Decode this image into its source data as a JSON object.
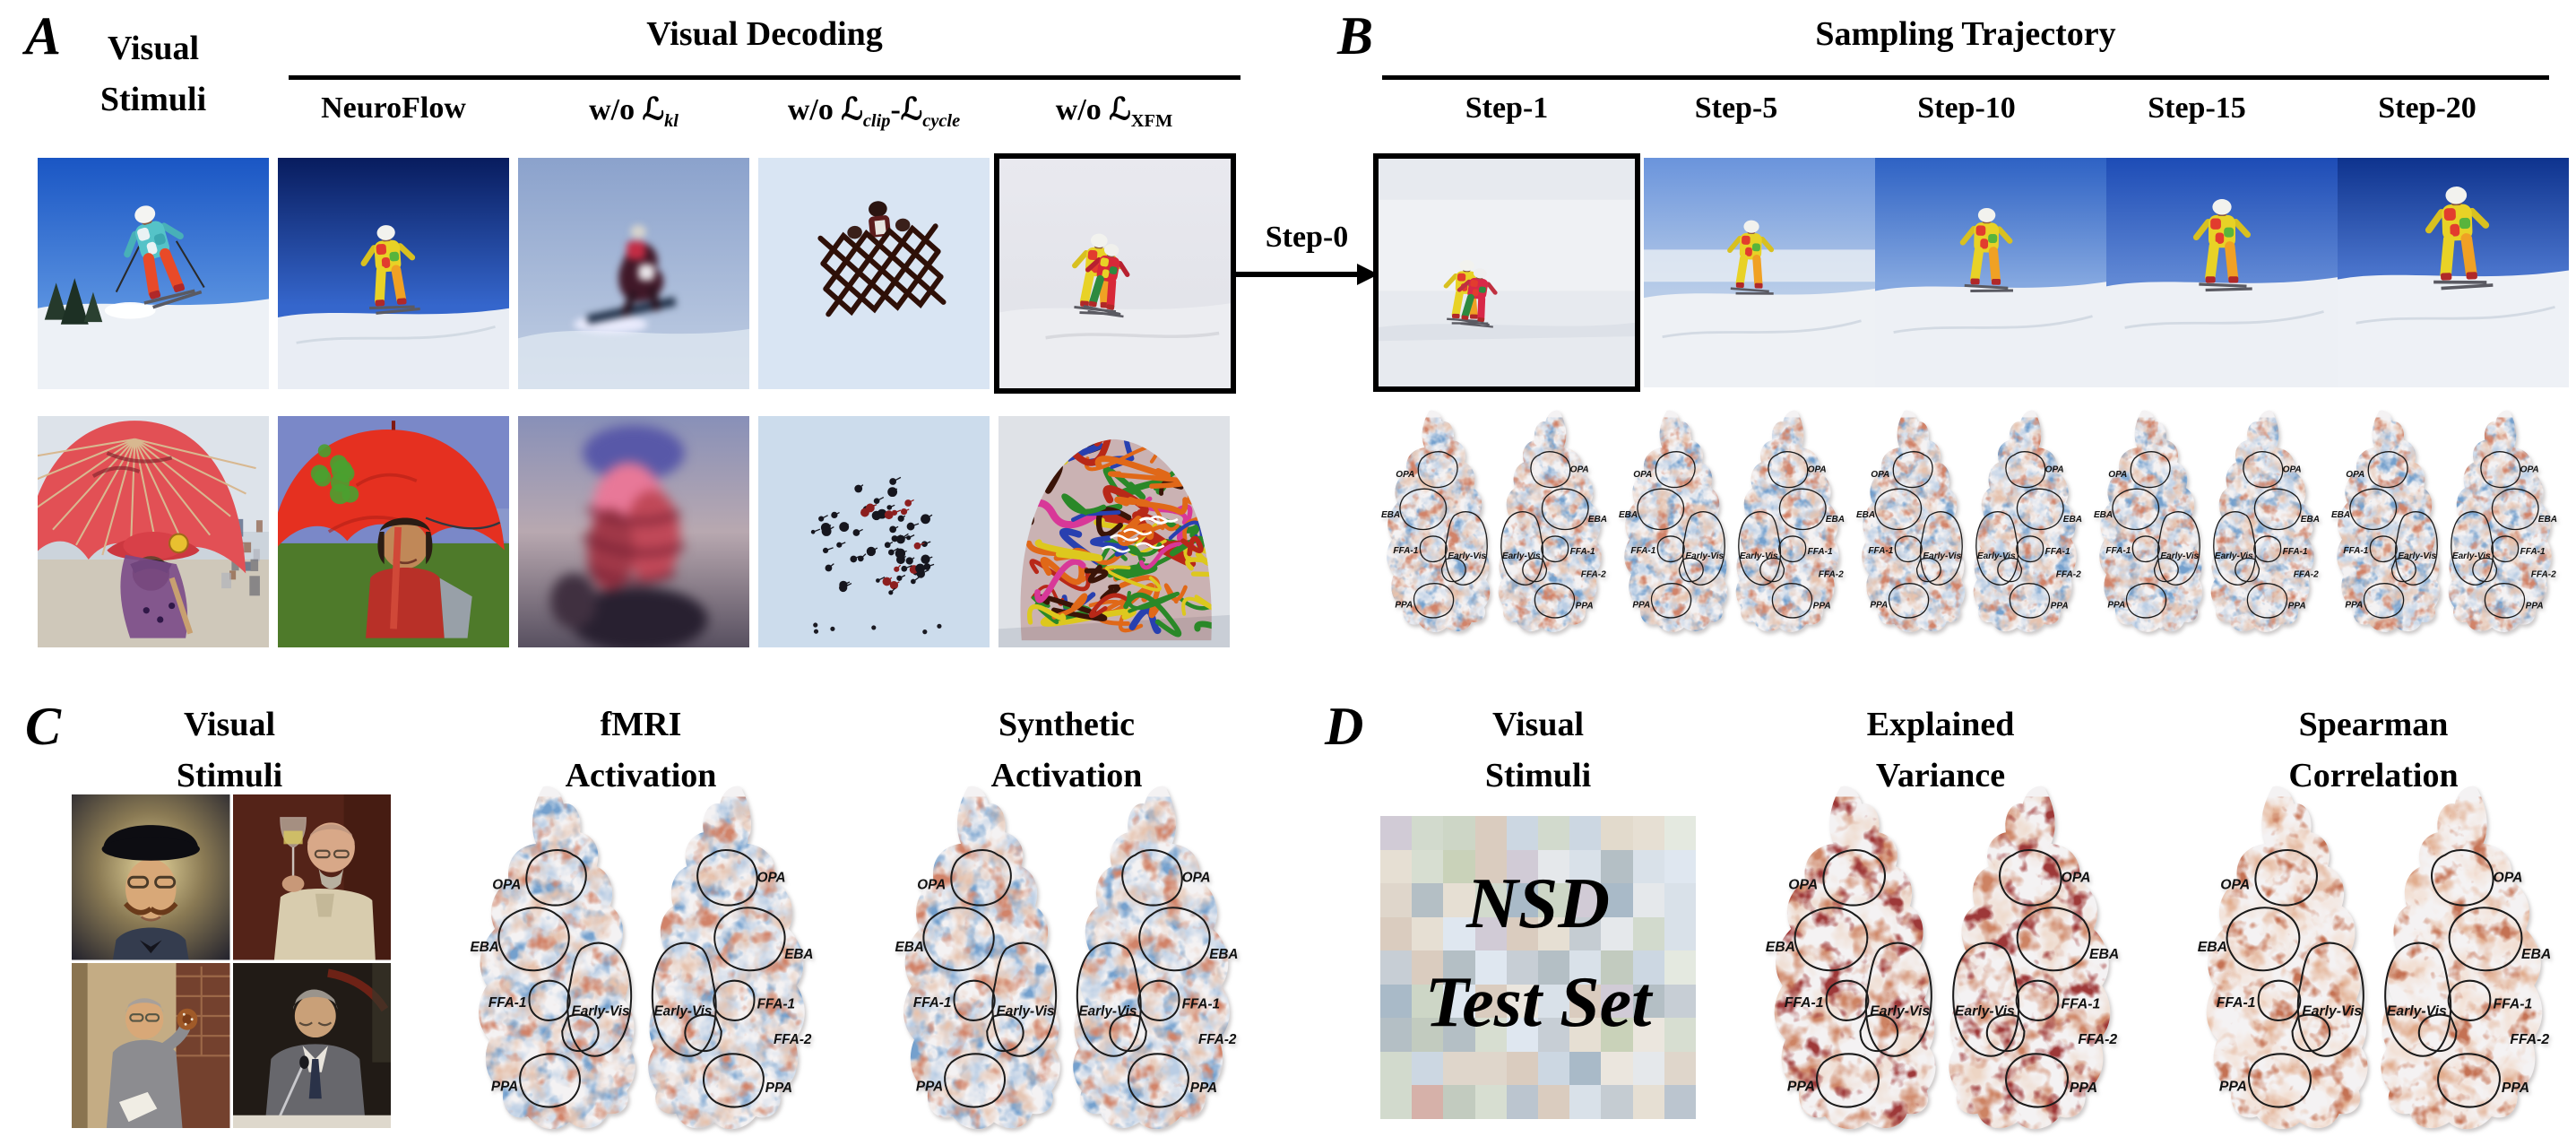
{
  "figure": {
    "panel_a": {
      "tag": "A",
      "stimuli_header": {
        "line1": "Visual",
        "line2": "Stimuli"
      },
      "group_title": "Visual Decoding",
      "columns": [
        {
          "label": "NeuroFlow"
        },
        {
          "prefix": "w/o ",
          "loss": "ℒ",
          "sub": "kl"
        },
        {
          "prefix": "w/o ",
          "loss_a": "ℒ",
          "sub_a": "clip",
          "sep": "-",
          "loss_b": "ℒ",
          "sub_b": "cycle"
        },
        {
          "prefix": "w/o ",
          "loss": "ℒ",
          "sub": "XFM"
        }
      ]
    },
    "transition": {
      "label": "Step-0"
    },
    "panel_b": {
      "tag": "B",
      "title": "Sampling Trajectory",
      "steps": [
        "Step-1",
        "Step-5",
        "Step-10",
        "Step-15",
        "Step-20"
      ]
    },
    "panel_c": {
      "tag": "C",
      "headers": {
        "stimuli": {
          "line1": "Visual",
          "line2": "Stimuli"
        },
        "fmri": {
          "line1": "fMRI",
          "line2": "Activation"
        },
        "synthetic": {
          "line1": "Synthetic",
          "line2": "Activation"
        }
      }
    },
    "panel_d": {
      "tag": "D",
      "headers": {
        "stimuli": {
          "line1": "Visual",
          "line2": "Stimuli"
        },
        "variance": {
          "line1": "Explained",
          "line2": "Variance"
        },
        "spearman": {
          "line1": "Spearman",
          "line2": "Correlation"
        }
      },
      "collage_overlay": {
        "line1": "NSD",
        "line2": "Test Set"
      }
    },
    "roi_labels": {
      "opa": "OPA",
      "eba": "EBA",
      "ffa1": "FFA-1",
      "ffa2": "FFA-2",
      "ppa": "PPA",
      "early_vis": "Early-Vis"
    },
    "colors": {
      "flatmap_bg": "#f4f2f3",
      "activation_positive": "#a33a24",
      "activation_negative": "#2d5a9c",
      "explained_variance": "#560a0a",
      "spearman_correlation": "#b55a3c",
      "frame": "#000000"
    }
  }
}
